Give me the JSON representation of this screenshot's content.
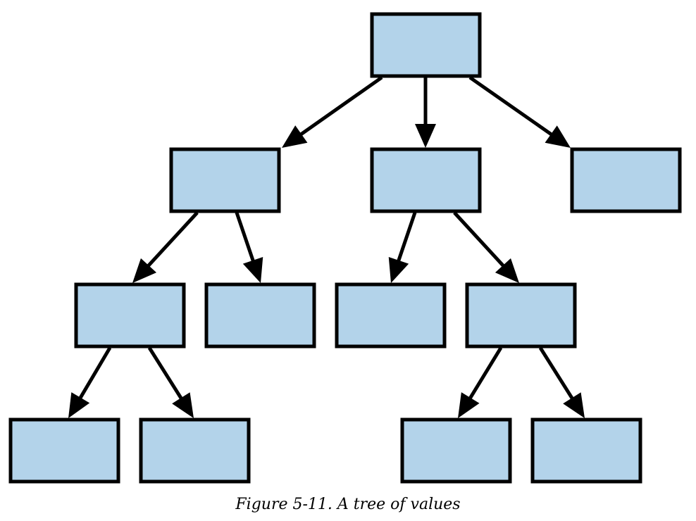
{
  "caption": "Figure 5-11. A tree of values",
  "colors": {
    "node_fill": "#b3d3ea",
    "stroke": "#000000",
    "background": "#ffffff"
  },
  "tree": {
    "nodes": [
      "n0",
      "n1",
      "n2",
      "n3",
      "n4",
      "n5",
      "n6",
      "n7",
      "n8",
      "n9",
      "n10",
      "n11",
      "n12"
    ],
    "edges": [
      [
        "n0",
        "n1"
      ],
      [
        "n0",
        "n2"
      ],
      [
        "n0",
        "n3"
      ],
      [
        "n1",
        "n4"
      ],
      [
        "n1",
        "n5"
      ],
      [
        "n2",
        "n6"
      ],
      [
        "n2",
        "n7"
      ],
      [
        "n4",
        "n8"
      ],
      [
        "n4",
        "n9"
      ],
      [
        "n7",
        "n10"
      ],
      [
        "n7",
        "n11"
      ]
    ]
  }
}
